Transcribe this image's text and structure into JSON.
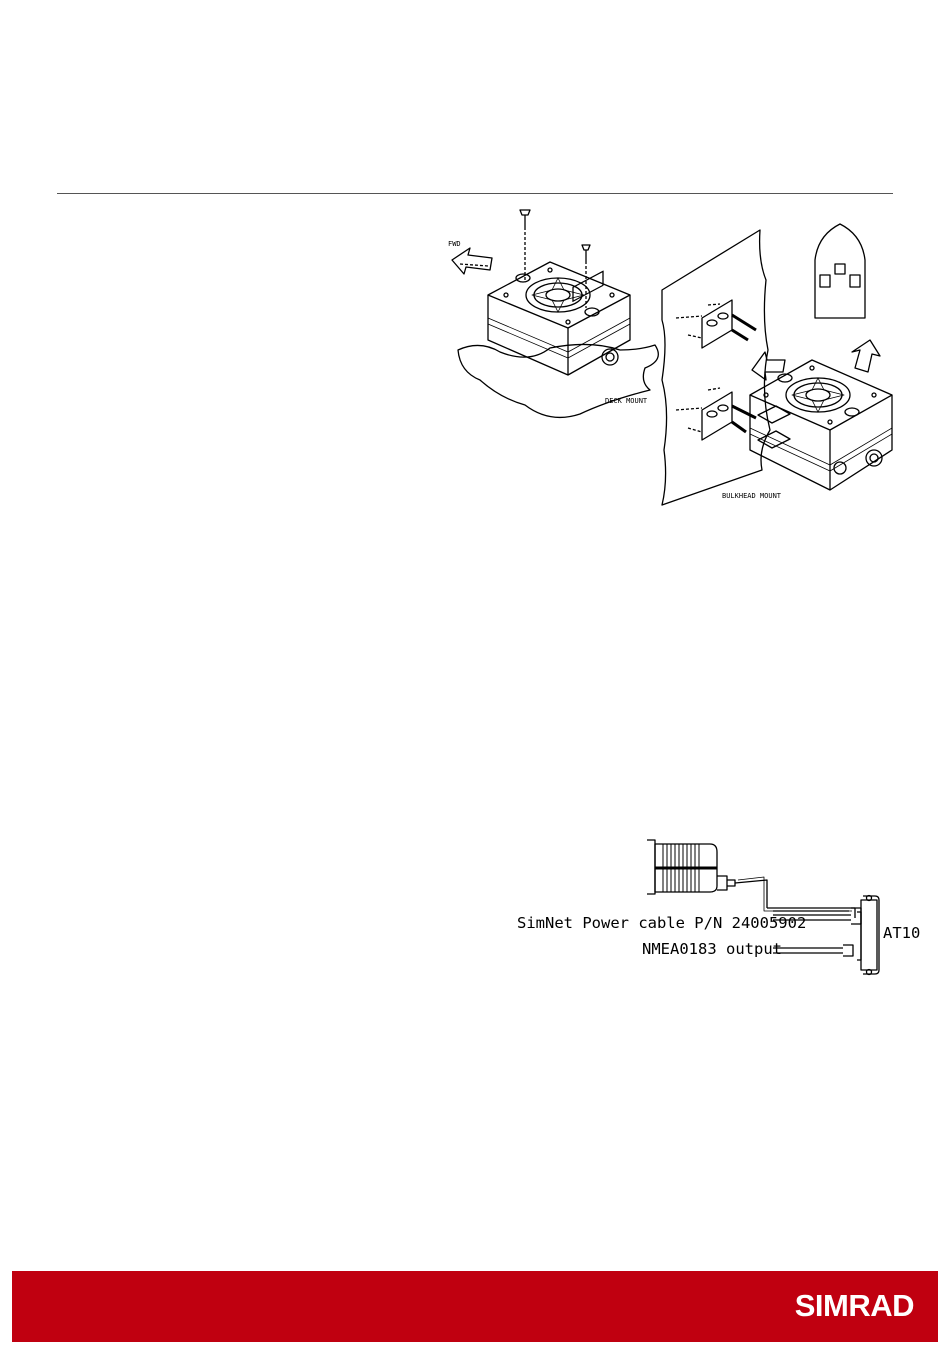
{
  "figure1": {
    "labels": {
      "fwd": "FWD",
      "deck_mount": "DECK MOUNT",
      "bulkhead_mount": "BULKHEAD MOUNT"
    }
  },
  "figure2": {
    "labels": {
      "power_cable": "SimNet Power cable P/N 24005902",
      "nmea_output": "NMEA0183 output",
      "at10": "AT10"
    }
  },
  "footer": {
    "brand": "SIMRAD",
    "color": "#c00010"
  }
}
